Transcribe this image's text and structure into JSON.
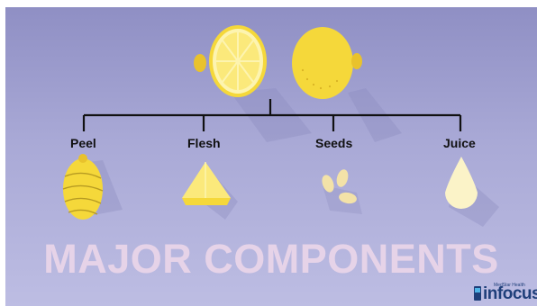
{
  "headline": "MAJOR COMPONENTS",
  "components": [
    {
      "label": "Peel"
    },
    {
      "label": "Flesh"
    },
    {
      "label": "Seeds"
    },
    {
      "label": "Juice"
    }
  ],
  "logo": {
    "small": "MedStar Health",
    "word": "infocus"
  },
  "colors": {
    "background": "#a9a9d6",
    "lemon": "#f5d83a",
    "lemon_flesh": "#fbe97b",
    "juice": "#fbf3c8",
    "seed": "#f3e2a8",
    "tree_line": "#111111",
    "headline": "#e6d3e8",
    "logo": "#1f3f7a"
  }
}
